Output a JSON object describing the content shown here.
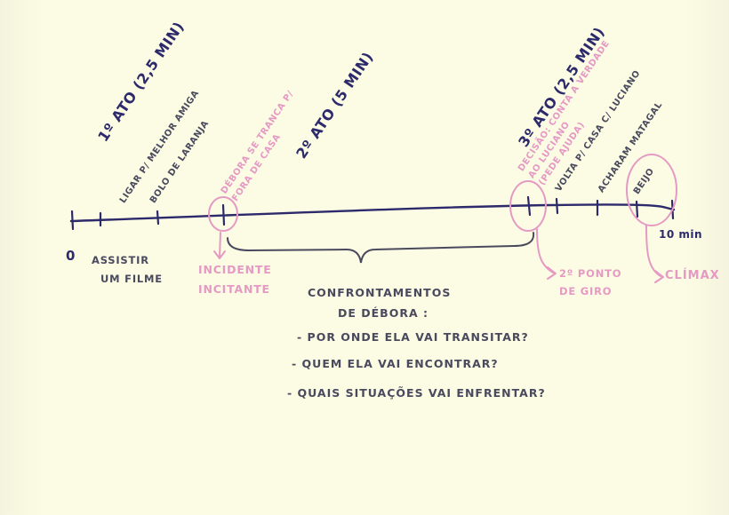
{
  "timeline": {
    "start_label": "0",
    "end_label": "10 min"
  },
  "acts": [
    {
      "label": "1º ATO (2,5 min)"
    },
    {
      "label": "2º ATO (5 min)"
    },
    {
      "label": "3º ATO (2,5 min)"
    }
  ],
  "events": [
    {
      "label": "LIGAR P/ MELHOR AMIGA"
    },
    {
      "label": "BOLO DE LARANJA"
    },
    {
      "label": "VOLTA P/ CASA C/ LUCIANO"
    },
    {
      "label": "ACHARAM MATAGAL"
    },
    {
      "label": "BEIJO"
    }
  ],
  "plot_points": [
    {
      "label": "DÉBORA SE TRANCA P/ FORA DE CASA",
      "line1": "DÉBORA SE TRANCA P/",
      "line2": "FORA DE CASA",
      "note_line1": "INCIDENTE",
      "note_line2": "INCITANTE"
    },
    {
      "label": "DECISÃO: CONTA A VERDADE AO LUCIANO (PEDE AJUDA)",
      "line1": "DECISÃO: CONTA A VERDADE",
      "line2": "AO LUCIANO",
      "line3": "(PEDE AJUDA)",
      "note_line1": "2º PONTO",
      "note_line2": "DE GIRO"
    },
    {
      "note_line1": "CLÍMAX"
    }
  ],
  "bottom_left_label": {
    "line1": "ASSISTIR",
    "line2": "UM FILME"
  },
  "middle_section": {
    "title_line1": "CONFRONTAMENTOS",
    "title_line2": "DE DÉBORA :",
    "questions": [
      "- POR ONDE ELA VAI TRANSITAR?",
      "- QUEM ELA VAI ENCONTRAR?",
      "- QUAIS SITUAÇÕES VAI ENFRENTAR?"
    ]
  },
  "colors": {
    "paper": "#fcfbe4",
    "ink_navy": "#2c2a6b",
    "ink_gray": "#4a4a5e",
    "highlighter_pink": "#e59ac4"
  }
}
